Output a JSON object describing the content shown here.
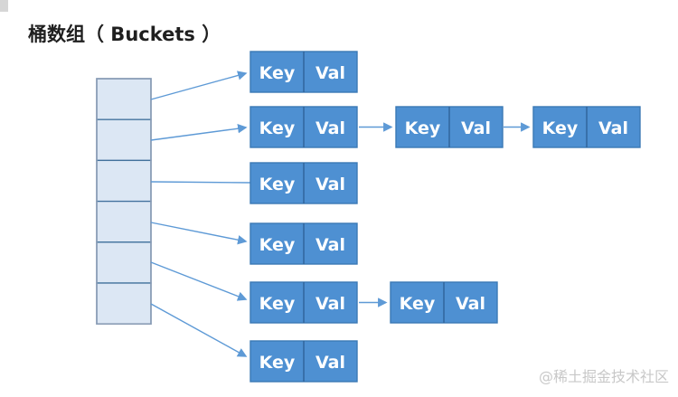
{
  "title": "桶数组（ Buckets ）",
  "watermark": "@稀土掘金技术社区",
  "diagram": {
    "type": "hashmap-bucket-array-with-chained-nodes",
    "node": {
      "key_label": "Key",
      "val_label": "Val"
    },
    "bucket_array": {
      "cell_count": 6,
      "buckets": [
        {
          "index": 0,
          "chain_length": 1
        },
        {
          "index": 1,
          "chain_length": 3
        },
        {
          "index": 2,
          "chain_length": 1
        },
        {
          "index": 3,
          "chain_length": 1
        },
        {
          "index": 4,
          "chain_length": 2
        },
        {
          "index": 5,
          "chain_length": 1
        }
      ]
    },
    "colors": {
      "node_fill": "#4E90D2",
      "node_border": "#3B79B5",
      "node_divider": "#2F6398",
      "bucket_fill": "#DCE7F4",
      "bucket_outer_border": "#8A9CB5",
      "bucket_divider": "#41719C",
      "arrow": "#5E9AD6",
      "node_text": "#FFFFFF",
      "title_text": "#1F1F1F",
      "watermark_text": "#C8C8C8",
      "background": "#FFFFFF"
    }
  }
}
